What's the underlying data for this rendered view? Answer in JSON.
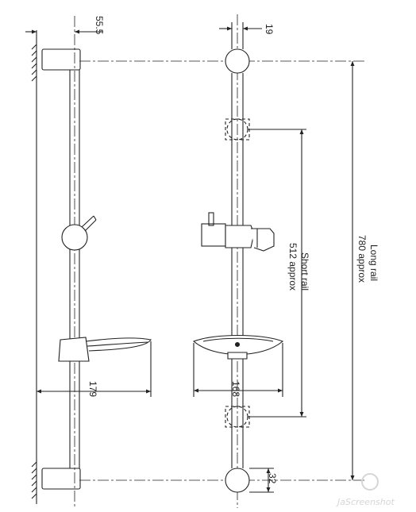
{
  "dimensions": {
    "rail_offset": "55.5",
    "rail_diameter": "19",
    "soap_dish_depth": "179",
    "soap_dish_width": "168",
    "end_cap_diameter": "32",
    "short_rail_line1": "Short rail",
    "short_rail_line2": "512 approx",
    "long_rail_line1": "Long rail",
    "long_rail_line2": "780 approx"
  },
  "watermark": "JaScreenshot",
  "colors": {
    "line": "#222222",
    "background": "#ffffff",
    "watermark": "#d6d6d6"
  }
}
